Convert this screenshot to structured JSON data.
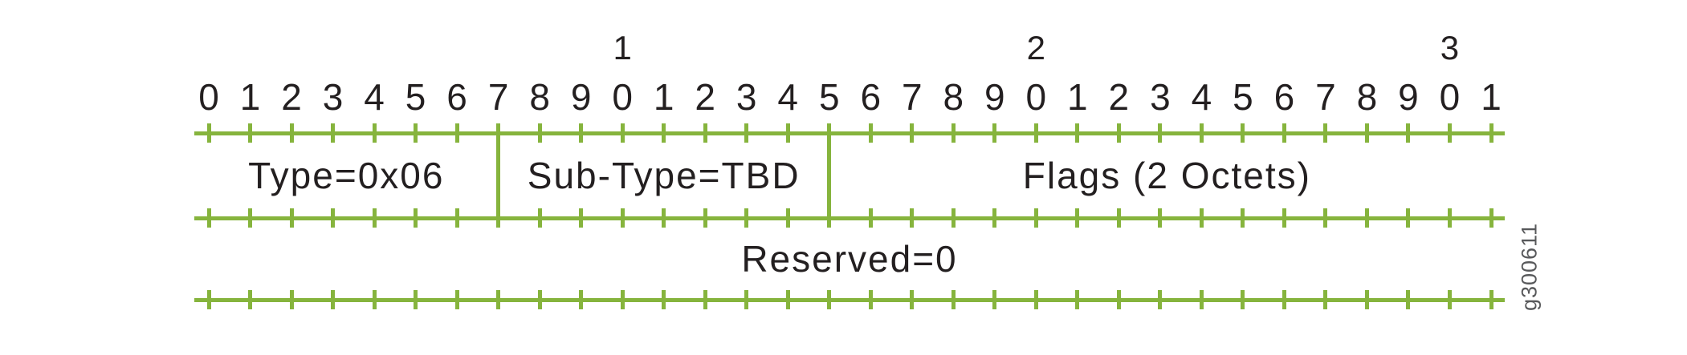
{
  "diagram": {
    "bit_ruler": {
      "tens_markers": [
        {
          "label": "1",
          "bit": 10
        },
        {
          "label": "2",
          "bit": 20
        },
        {
          "label": "3",
          "bit": 30
        }
      ],
      "bit_labels": [
        "0",
        "1",
        "2",
        "3",
        "4",
        "5",
        "6",
        "7",
        "8",
        "9",
        "0",
        "1",
        "2",
        "3",
        "4",
        "5",
        "6",
        "7",
        "8",
        "9",
        "0",
        "1",
        "2",
        "3",
        "4",
        "5",
        "6",
        "7",
        "8",
        "9",
        "0",
        "1"
      ]
    },
    "rows": [
      {
        "name": "word-0",
        "fields": [
          {
            "label": "Type=0x06",
            "bits": [
              0,
              7
            ]
          },
          {
            "label": "Sub-Type=TBD",
            "bits": [
              8,
              15
            ]
          },
          {
            "label": "Flags (2 Octets)",
            "bits": [
              16,
              31
            ]
          }
        ]
      },
      {
        "name": "word-1",
        "fields": [
          {
            "label": "Reserved=0",
            "bits": [
              0,
              31
            ]
          }
        ]
      }
    ],
    "watermark": "g300611",
    "colors": {
      "ruler_green": "#86b43d",
      "text": "#231f20",
      "watermark_gray": "#58595b"
    }
  }
}
